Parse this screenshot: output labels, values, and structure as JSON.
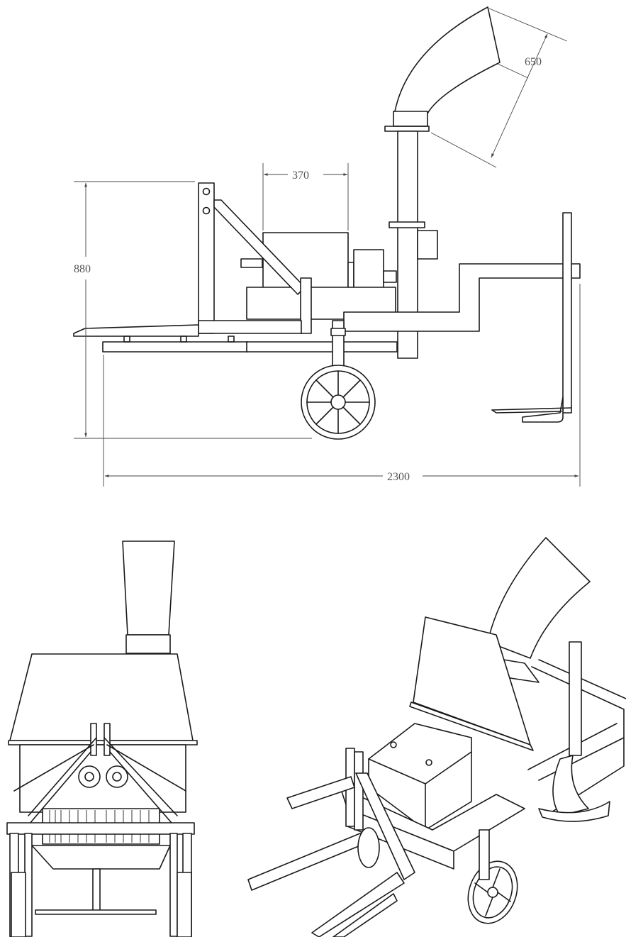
{
  "dimensions": {
    "chute_width": "650",
    "hopper_width": "370",
    "height": "880",
    "length": "2300"
  }
}
